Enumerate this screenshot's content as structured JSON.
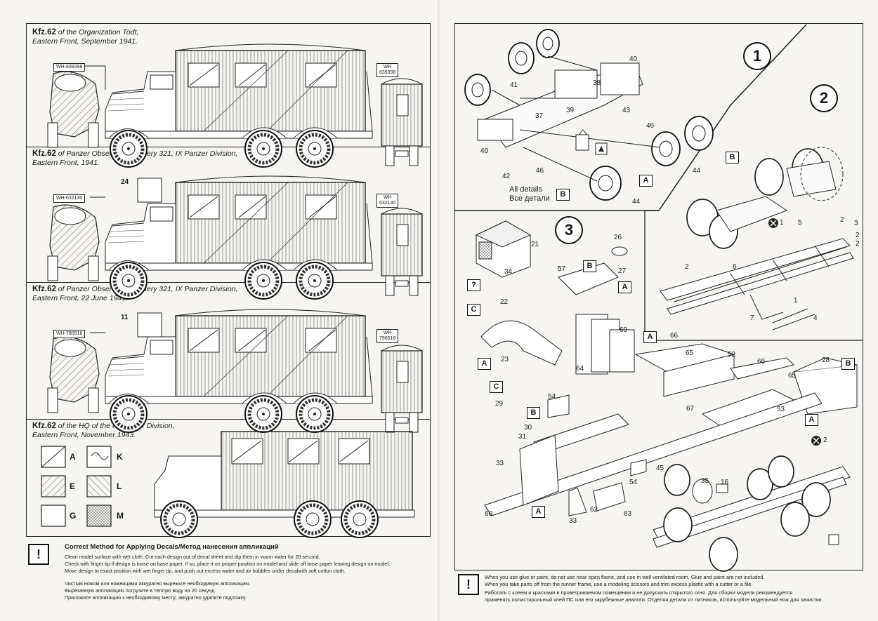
{
  "left_page": {
    "captions": [
      {
        "model": "Kfz.62",
        "text": "of the Organization Todt,",
        "line2": "Eastern Front, September 1941."
      },
      {
        "model": "Kfz.62",
        "text": "of Panzer Observation Battery 321, IX Panzer Division,",
        "line2": "Eastern Front, 1941."
      },
      {
        "model": "Kfz.62",
        "text": "of Panzer Observation Battery 321, IX Panzer Division,",
        "line2": "Eastern Front, 22 June 1941."
      },
      {
        "model": "Kfz.62",
        "text": "of the HQ of the IV Panzer Division,",
        "line2": "Eastern Front, November 1943."
      }
    ],
    "plates": {
      "p1_front": "WH-839398",
      "p1_rear_a": "WH",
      "p1_rear_b": "839398",
      "p2_front": "WH-632130",
      "p2_rear_a": "WH",
      "p2_rear_b": "632130",
      "p3_front": "WH-790516",
      "p3_rear_a": "WH",
      "p3_rear_b": "790516"
    },
    "callouts": {
      "c1": "24",
      "c2": "11"
    },
    "legend": [
      {
        "code": "A"
      },
      {
        "code": "K"
      },
      {
        "code": "E"
      },
      {
        "code": "L"
      },
      {
        "code": "G"
      },
      {
        "code": "M"
      }
    ],
    "decal_notes": {
      "icon": "!",
      "title": "Correct Method for Applying Decals/Метод нанесения аппликаций",
      "lines": [
        "Clean model surface with wet cloth. Cut each design out of decal sheet and dip them in warm water for 20 second.",
        "Check with finger tip if design is loose on base paper. If so, place it on proper position on model and slide off base paper leaving design on model.",
        "Move design to exact position with wet finger tip, and push out excess water and air bubbles under decalwith soft cotton cloth."
      ],
      "ru_lines": [
        "Чистым ножом или ножницами аккуратно вырежьте  необходимую аппликацию.",
        "Вырезанную аппликацию погрузите в теплую воду на 20 секунд.",
        "Приложите аппликацию к необходимому месту; аккуратно удалите подложку."
      ]
    }
  },
  "right_page": {
    "steps": {
      "s1": "1",
      "s2": "2",
      "s3": "3"
    },
    "all_details": {
      "en": "All details",
      "ru": "Все детали"
    },
    "part_letters": {
      "A": "A",
      "B": "B",
      "C": "C",
      "Q": "?"
    },
    "step1_parts": [
      "40",
      "41",
      "38",
      "37",
      "39",
      "43",
      "46",
      "44",
      "40",
      "42",
      "46",
      "44"
    ],
    "step2_parts": [
      "3",
      "2",
      "2",
      "5",
      "2",
      "6",
      "2",
      "7",
      "1",
      "4"
    ],
    "step2_markers": {
      "m1": "1",
      "m2": "2"
    },
    "step3_parts": [
      "21",
      "26",
      "27",
      "57",
      "34",
      "22",
      "69",
      "66",
      "65",
      "52",
      "66",
      "65",
      "28",
      "64",
      "23",
      "29",
      "30",
      "31",
      "54",
      "67",
      "53",
      "33",
      "45",
      "35",
      "16",
      "54",
      "62",
      "63",
      "60",
      "33"
    ],
    "notes": {
      "icon": "!",
      "lines": [
        "When you use glue or paint, do not use near open flame, and use in well ventilated room. Glue and paint are not included.",
        "When you take parts off from the runner frame, use a modeling scissors and trim excess plastic with a cutter or a file.",
        "Работать с клеем и красками в проветриваемом помещении и не допускать открытого огня. Для сборки модели рекомендуется",
        "применять полистирольный клей ПС или его зарубежные аналоги. Отделяя детали от литников, используйте модельный нож для зачистки."
      ]
    },
    "colors": {
      "ink": "#1a1a1a",
      "paper": "#f6f5f1"
    }
  }
}
